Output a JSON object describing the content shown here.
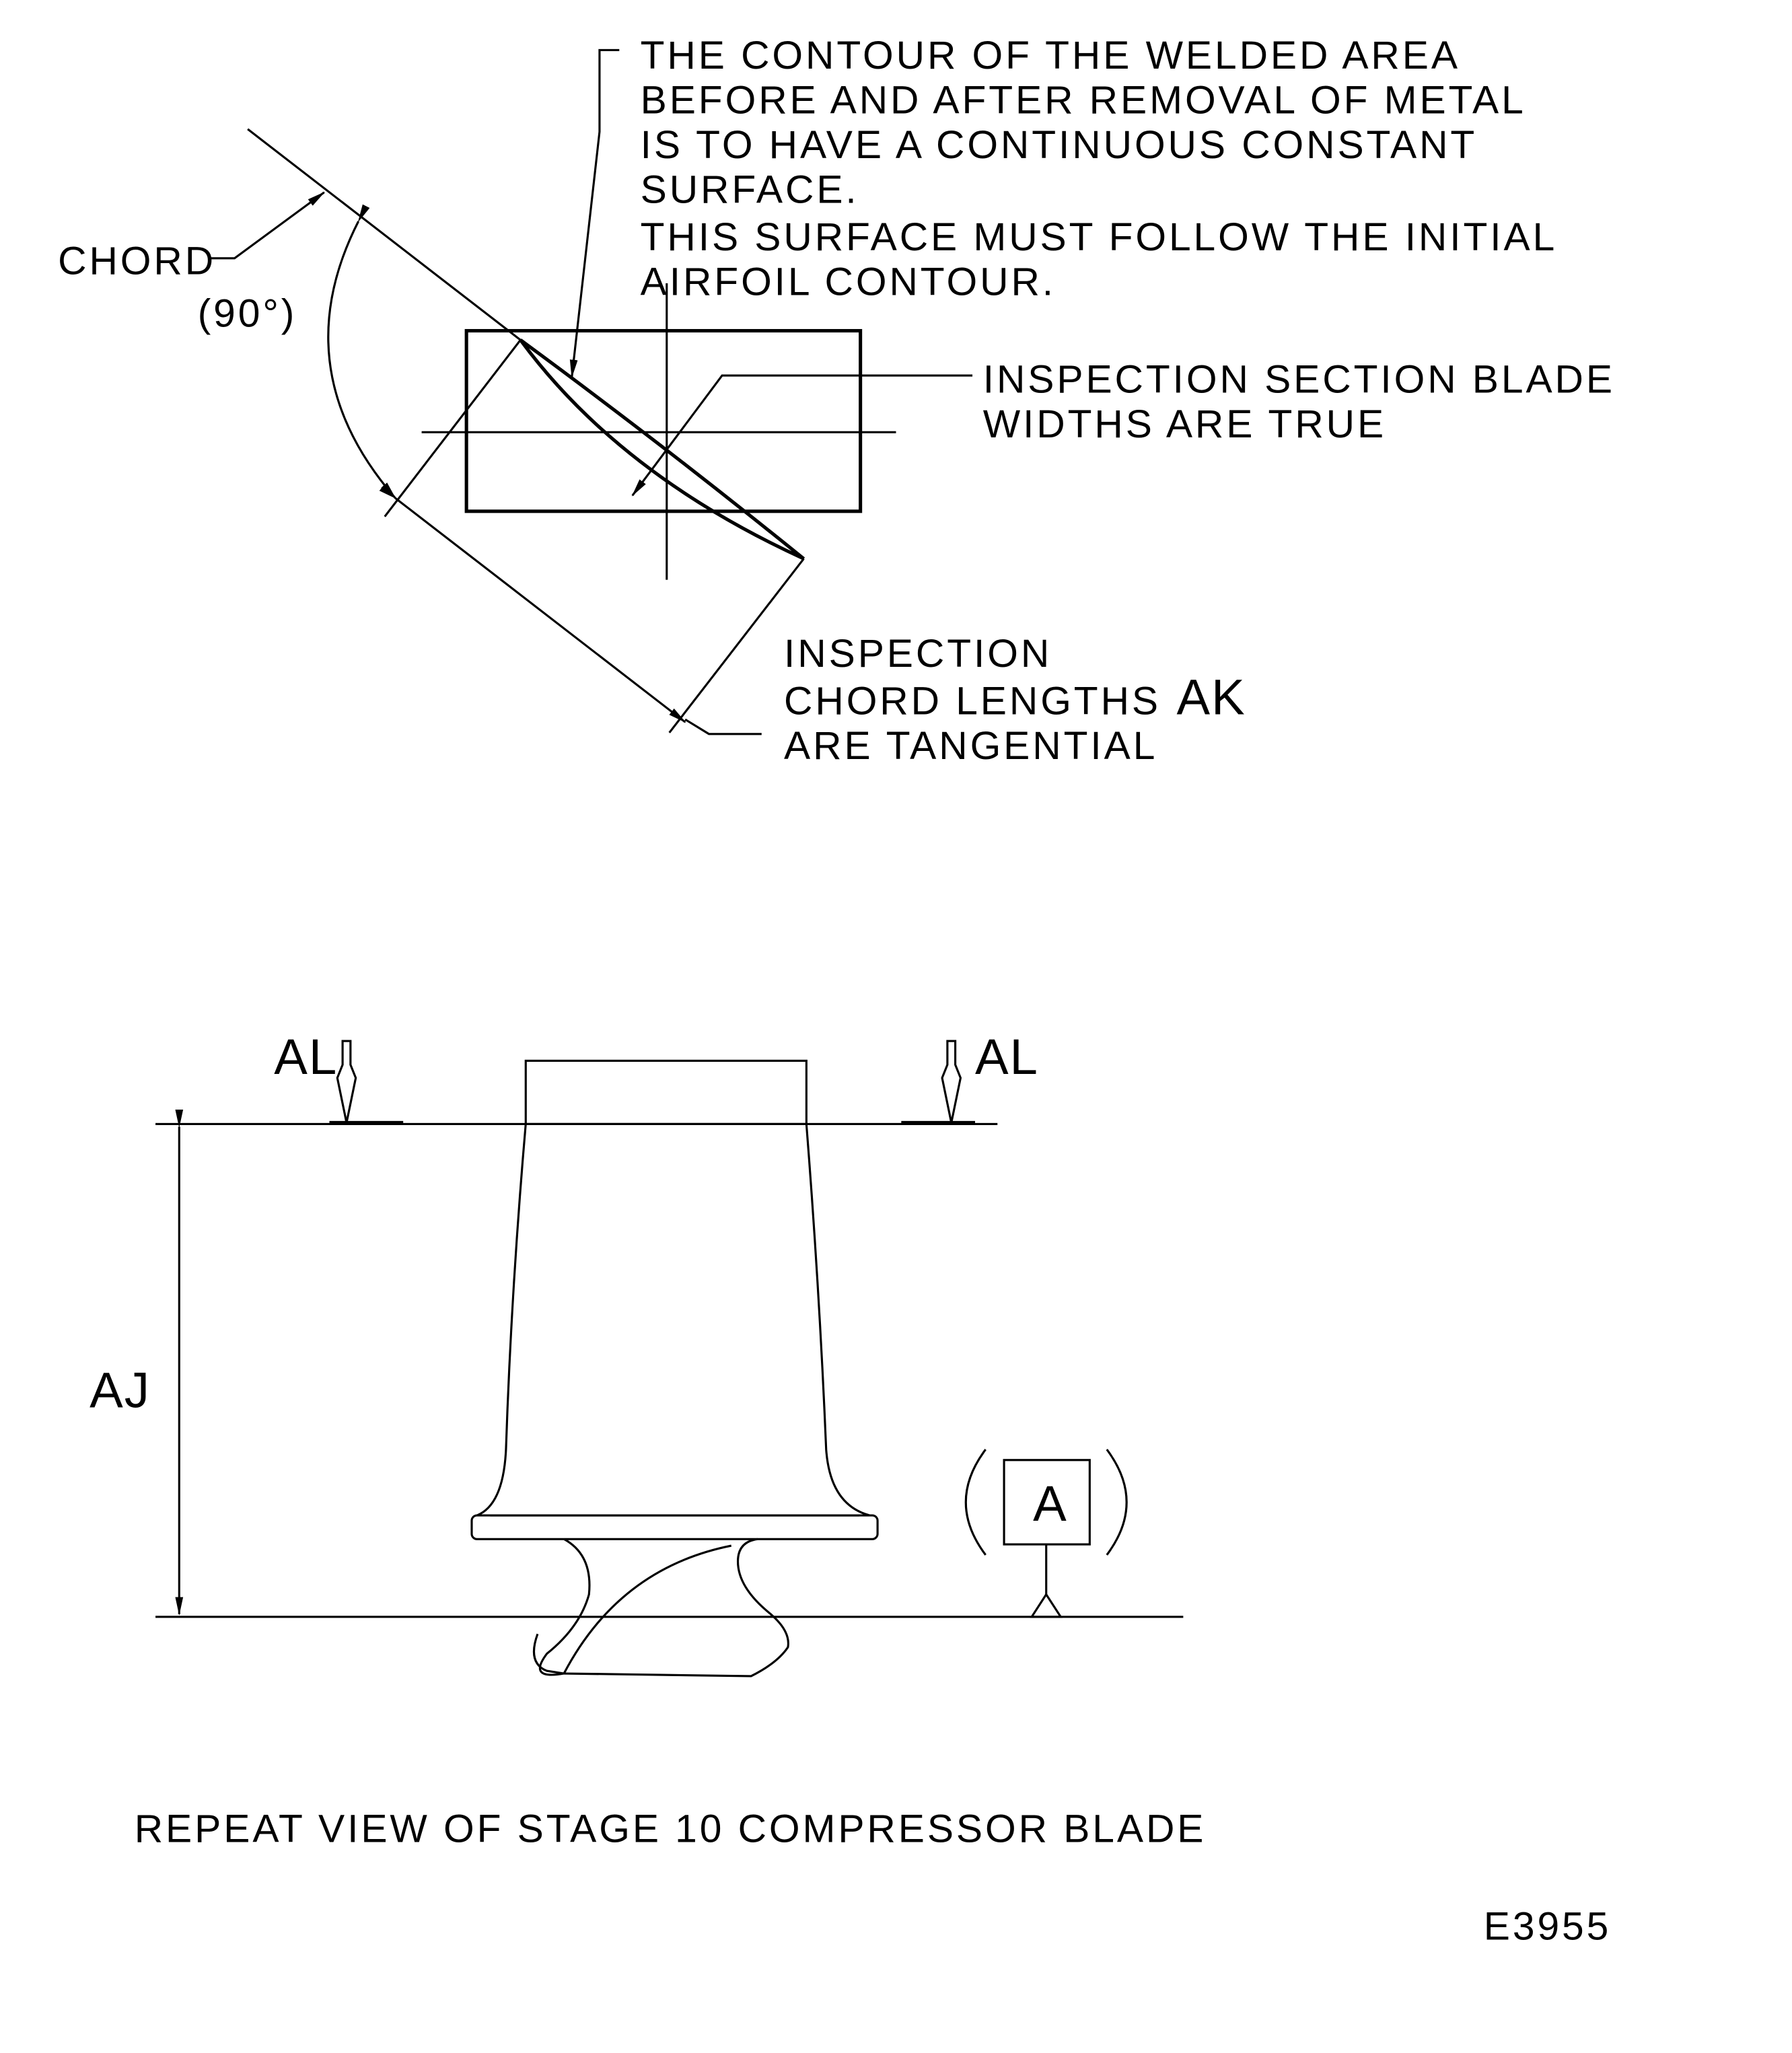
{
  "top_view": {
    "weld_note": [
      "THE CONTOUR OF THE WELDED AREA",
      "BEFORE AND AFTER REMOVAL OF METAL",
      "IS TO HAVE A CONTINUOUS CONSTANT",
      "SURFACE.",
      "THIS SURFACE MUST FOLLOW THE INITIAL",
      "AIRFOIL CONTOUR."
    ],
    "chord_label": "CHORD",
    "angle_label": "(90°)",
    "section_note": [
      "INSPECTION SECTION BLADE",
      "WIDTHS ARE TRUE"
    ],
    "chord_note": [
      "INSPECTION",
      "CHORD LENGTHS",
      "ARE TANGENTIAL"
    ],
    "chord_dim_label": "AK"
  },
  "side_view": {
    "section_mark_left": "AL",
    "section_mark_right": "AL",
    "height_dim_label": "AJ",
    "datum_label": "A"
  },
  "caption": "REPEAT VIEW OF STAGE 10 COMPRESSOR BLADE",
  "figure_id": "E3955"
}
